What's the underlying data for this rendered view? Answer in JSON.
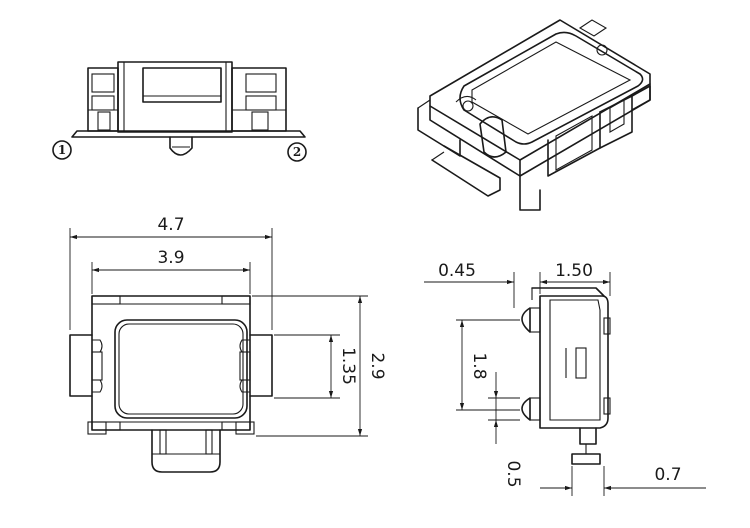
{
  "side_view": {
    "pin_1_label": "1",
    "pin_2_label": "2"
  },
  "top_view": {
    "overall_width": "4.7",
    "inner_width": "3.9",
    "overall_height": "2.9",
    "inner_height": "1.35"
  },
  "profile_view": {
    "offset_left": "0.45",
    "body_depth": "1.50",
    "pin_pitch": "1.8",
    "pin_width": "0.5",
    "lead_length": "0.7"
  }
}
